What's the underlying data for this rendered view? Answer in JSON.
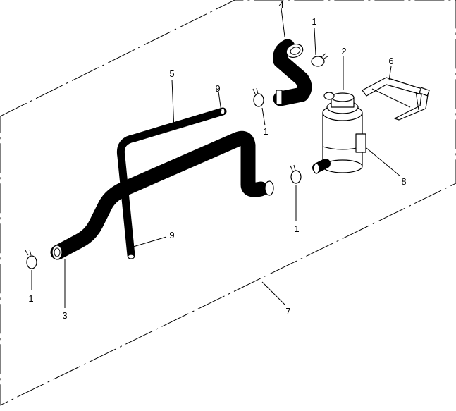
{
  "callouts": {
    "c1a": "1",
    "c1b": "1",
    "c1c": "1",
    "c1d": "1",
    "c2": "2",
    "c3": "3",
    "c4": "4",
    "c5": "5",
    "c6": "6",
    "c7": "7",
    "c8": "8",
    "c9a": "9",
    "c9b": "9"
  }
}
